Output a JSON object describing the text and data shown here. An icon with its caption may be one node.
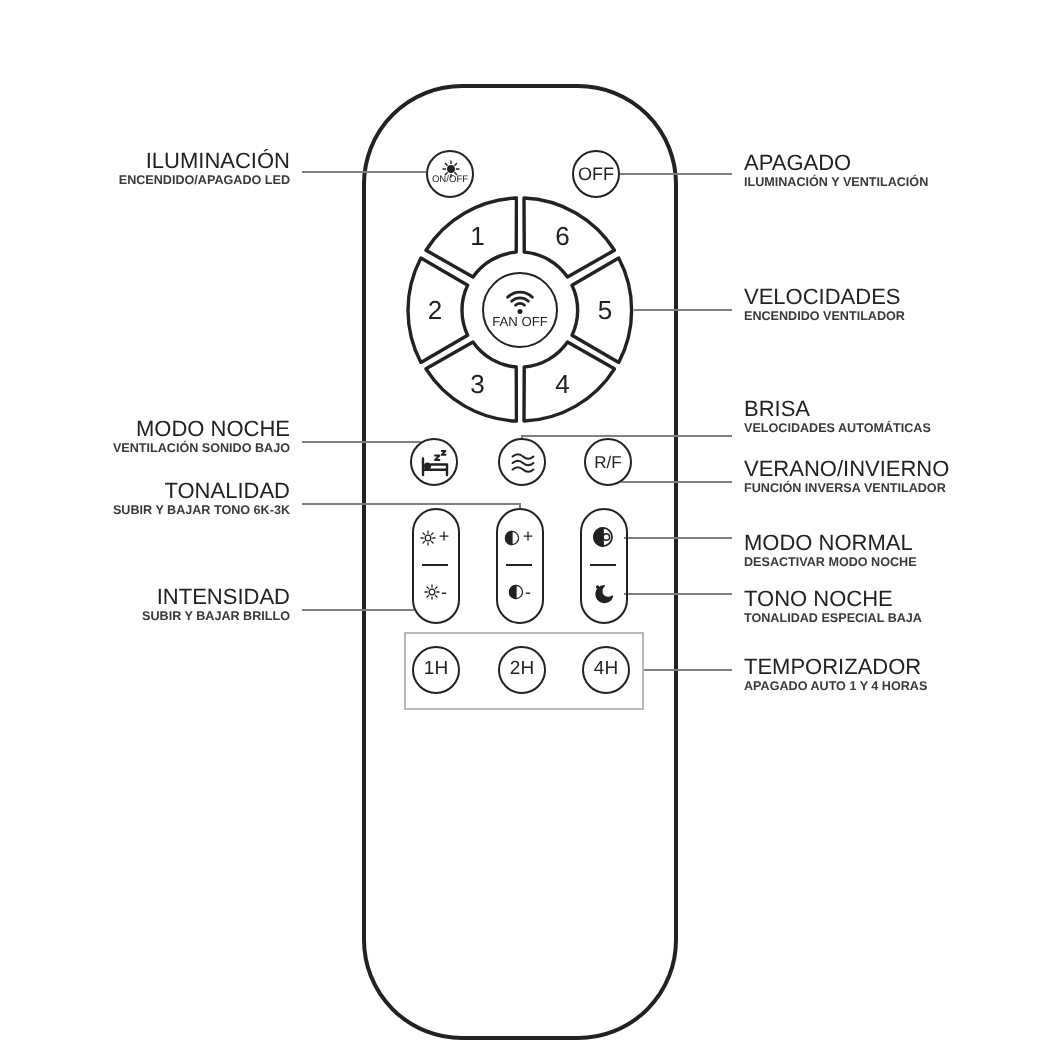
{
  "diagram": {
    "nodes": [
      {
        "text": [],
        "shape": "box"
      },
      {
        "text": [
          "ILUMINACIÓN",
          "ENCENDIDO/APAGADO LED"
        ]
      },
      {
        "text": [
          "ON/OFF"
        ],
        "in": 0
      },
      {
        "text": [
          "OFF"
        ],
        "in": 0
      },
      {
        "text": [
          "APAGADO",
          "ILUMINACIÓN Y VENTILACIÓN"
        ]
      },
      {
        "text": [
          "1"
        ],
        "in": 0
      },
      {
        "text": [
          "6"
        ],
        "in": 0
      },
      {
        "text": [
          "2"
        ],
        "in": 0
      },
      {
        "text": [
          "FAN OFF"
        ],
        "in": 0
      },
      {
        "text": [
          "5"
        ],
        "in": 0
      },
      {
        "text": [
          "VELOCIDADES",
          "ENCENDIDO VENTILADOR"
        ]
      },
      {
        "text": [
          "3"
        ],
        "in": 0
      },
      {
        "text": [
          "4"
        ],
        "in": 0
      },
      {
        "text": [
          "BRISA",
          "VELOCIDADES AUTOMÁTICAS"
        ]
      },
      {
        "text": [
          "MODO NOCHE",
          "VENTILACIÓN SONIDO BAJO"
        ]
      },
      {
        "text": [],
        "shape": "circle",
        "in": 0
      },
      {
        "text": [],
        "shape": "circle",
        "in": 0
      },
      {
        "text": [
          "R/F"
        ],
        "in": 0
      },
      {
        "text": [
          "VERANO/INVIERNO",
          "FUNCIÓN INVERSA VENTILADOR"
        ]
      },
      {
        "text": [
          "TONALIDAD",
          "SUBIR Y BAJAR TONO 6K-3K"
        ]
      },
      {
        "text": [],
        "shape": "box",
        "in": 0
      },
      {
        "text": [
          "+"
        ],
        "in": 20
      },
      {
        "text": [
          "-"
        ],
        "in": 20
      },
      {
        "text": [],
        "shape": "box",
        "in": 0
      },
      {
        "text": [
          "+"
        ],
        "in": 23
      },
      {
        "text": [
          "-"
        ],
        "in": 23
      },
      {
        "text": [],
        "shape": "box",
        "in": 0
      },
      {
        "text": [],
        "shape": "picture",
        "in": 26
      },
      {
        "text": [],
        "shape": "picture",
        "in": 26
      },
      {
        "text": [
          "MODO NORMAL",
          "DESACTIVAR MODO NOCHE"
        ]
      },
      {
        "text": [
          "INTENSIDAD",
          "SUBIR Y BAJAR BRILLO"
        ]
      },
      {
        "text": [
          "TONO NOCHE",
          "TONALIDAD ESPECIAL BAJA"
        ]
      },
      {
        "text": [],
        "shape": "box",
        "in": 0
      },
      {
        "text": [
          "1H"
        ],
        "in": 32
      },
      {
        "text": [
          "2H"
        ],
        "in": 32
      },
      {
        "text": [
          "4H"
        ],
        "in": 32
      },
      {
        "text": [
          "TEMPORIZADOR",
          "APAGADO AUTO 1 Y 4 HORAS"
        ]
      }
    ],
    "edges": [
      {
        "from": 1,
        "to": 2,
        "arrow": "none"
      },
      {
        "from": 4,
        "to": 3,
        "arrow": "none"
      },
      {
        "from": 10,
        "to": 9,
        "arrow": "none"
      },
      {
        "from": 13,
        "to": 16,
        "arrow": "none"
      },
      {
        "from": 14,
        "to": 15,
        "arrow": "none"
      },
      {
        "from": 18,
        "to": 17,
        "arrow": "none"
      },
      {
        "from": 19,
        "to": 23,
        "arrow": "none"
      },
      {
        "from": 29,
        "to": 27,
        "arrow": "none"
      },
      {
        "from": 30,
        "to": 22,
        "arrow": "none"
      },
      {
        "from": 31,
        "to": 28,
        "arrow": "none"
      },
      {
        "from": 36,
        "to": 32,
        "arrow": "none"
      }
    ]
  }
}
